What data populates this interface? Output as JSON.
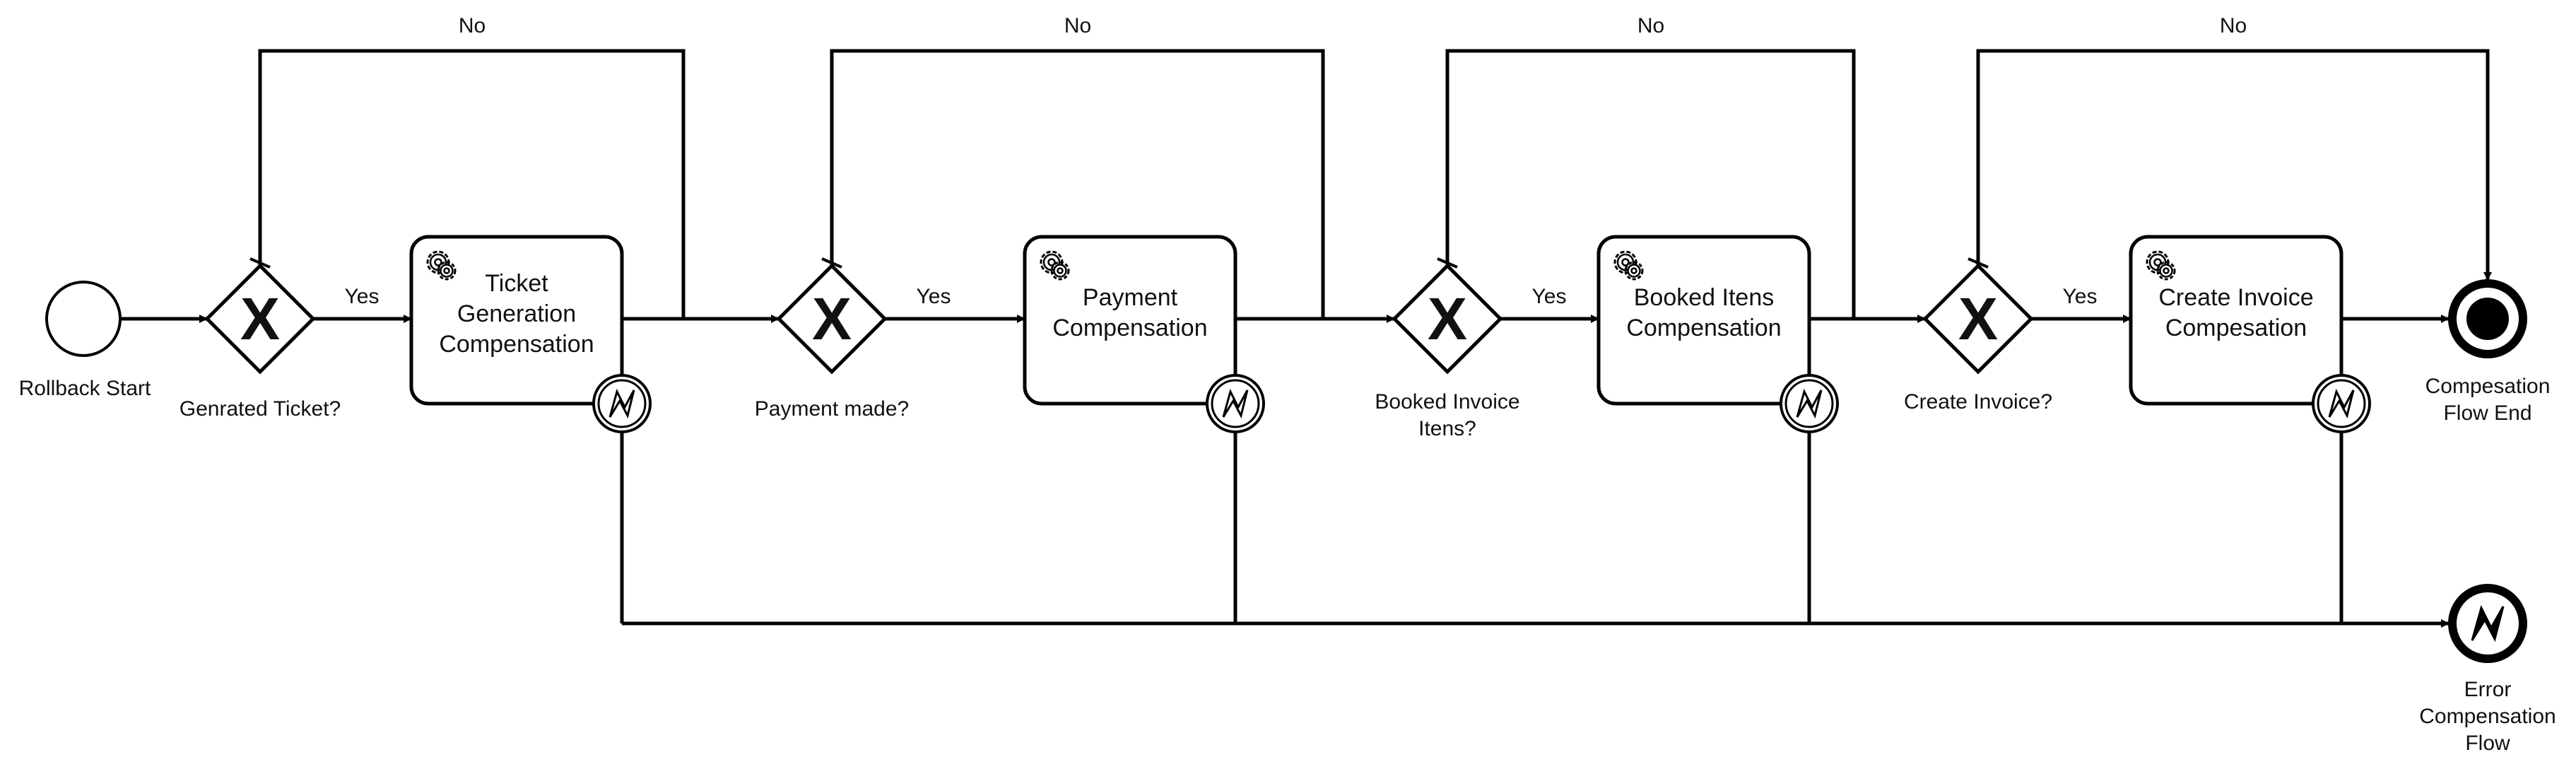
{
  "diagram": {
    "start_event": {
      "label": "Rollback Start"
    },
    "gateways": [
      {
        "id": "g1",
        "label": [
          "Genrated Ticket?"
        ],
        "yes_label": "Yes",
        "no_label": "No"
      },
      {
        "id": "g2",
        "label": [
          "Payment made?"
        ],
        "yes_label": "Yes",
        "no_label": "No"
      },
      {
        "id": "g3",
        "label": [
          "Booked Invoice",
          "Itens?"
        ],
        "yes_label": "Yes",
        "no_label": "No"
      },
      {
        "id": "g4",
        "label": [
          "Create Invoice?"
        ],
        "yes_label": "Yes",
        "no_label": "No"
      }
    ],
    "tasks": [
      {
        "id": "t1",
        "label": [
          "Ticket",
          "Generation",
          "Compensation"
        ],
        "icon": "gear-icon",
        "boundary_icon": "error-boundary-icon"
      },
      {
        "id": "t2",
        "label": [
          "Payment",
          "Compensation"
        ],
        "icon": "gear-icon",
        "boundary_icon": "error-boundary-icon"
      },
      {
        "id": "t3",
        "label": [
          "Booked Itens",
          "Compensation"
        ],
        "icon": "gear-icon",
        "boundary_icon": "error-boundary-icon"
      },
      {
        "id": "t4",
        "label": [
          "Create Invoice",
          "Compesation"
        ],
        "icon": "gear-icon",
        "boundary_icon": "error-boundary-icon"
      }
    ],
    "end_event": {
      "label": [
        "Compesation",
        "Flow End"
      ]
    },
    "error_end_event": {
      "label": [
        "Error",
        "Compensation",
        "Flow"
      ]
    }
  }
}
